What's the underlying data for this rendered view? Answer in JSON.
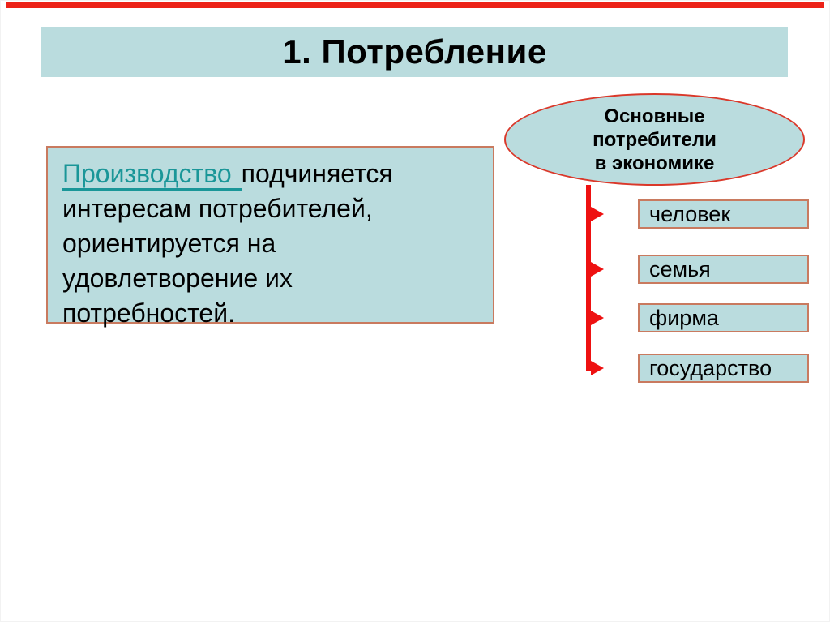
{
  "slide": {
    "title": "1. Потребление",
    "definition": {
      "term": "Производство",
      "text": "подчиняется\nинтересам потребителей,\nориентируется на\nудовлетворение их\nпотребностей."
    },
    "ellipse_label": "Основные\nпотребители\nв экономике",
    "consumers": [
      "человек",
      "семья",
      "фирма",
      "государство"
    ],
    "colors": {
      "shape_fill": "#badcde",
      "box_border": "#c97a5f",
      "ellipse_border": "#da382a",
      "connector_red": "#ee1111",
      "top_bar_red": "#ec2218",
      "term_teal": "#1a9698",
      "text_black": "#000000",
      "background": "#ffffff"
    }
  }
}
